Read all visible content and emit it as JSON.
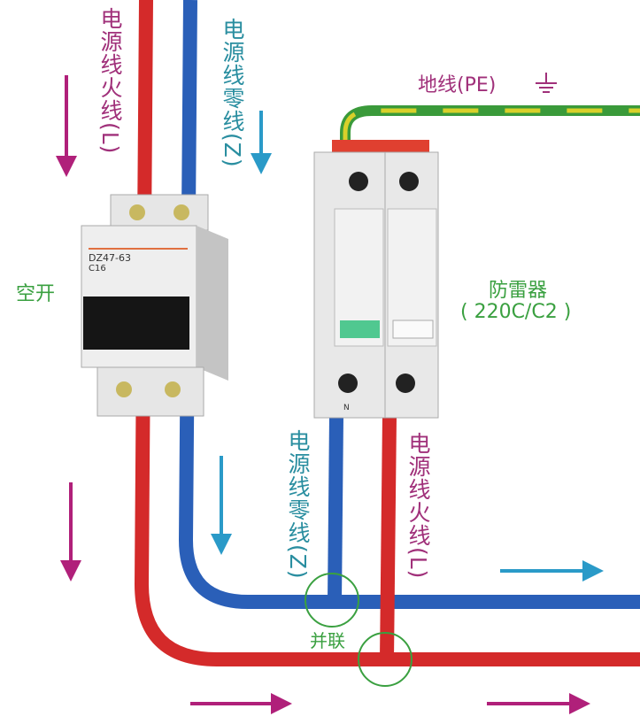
{
  "labels": {
    "live_top": "电源线火线(L)",
    "neutral_top": "电源线零线(Z)",
    "ground": "地线(PE)",
    "breaker": "空开",
    "spd": "防雷器",
    "spd_model": "( 220C/C2 )",
    "live_bottom": "电源线火线(L)",
    "neutral_bottom": "电源线零线(Z)",
    "parallel": "并联"
  },
  "breaker": {
    "model": "DZ47-63",
    "rating": "C16"
  },
  "spd_terminal": {
    "neutral": "N"
  },
  "colors": {
    "live": "#d42a2a",
    "neutral": "#2a5fb8",
    "ground_yellow": "#d8d02a",
    "ground_green": "#3a9a3a",
    "arrow_magenta": "#b0207a",
    "arrow_blue": "#2a9ac8",
    "circle": "#3aa040"
  },
  "icons": {
    "ground": "ground-symbol-icon"
  }
}
